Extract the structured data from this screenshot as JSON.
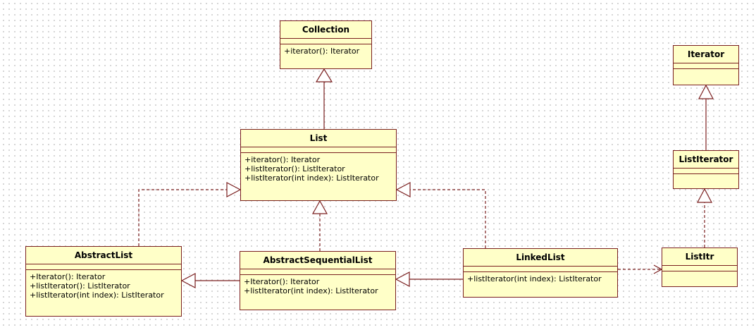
{
  "classes": {
    "collection": {
      "name": "Collection",
      "operations": [
        "+iterator(): Iterator"
      ]
    },
    "list": {
      "name": "List",
      "operations": [
        "+iterator(): Iterator",
        "+listIterator(): ListIterator",
        "+listIterator(int index): ListIterator"
      ]
    },
    "abstract_list": {
      "name": "AbstractList",
      "operations": [
        "+Iterator(): Iterator",
        "+listIterator(): ListIterator",
        "+listIterator(int index): ListIterator"
      ]
    },
    "abstract_sequential_list": {
      "name": "AbstractSequentialList",
      "operations": [
        "+Iterator(): Iterator",
        "+listIterator(int index): ListIterator"
      ]
    },
    "linked_list": {
      "name": "LinkedList",
      "operations": [
        "+listIterator(int index): ListIterator"
      ]
    },
    "iterator": {
      "name": "Iterator",
      "operations": []
    },
    "list_iterator": {
      "name": "ListIterator",
      "operations": []
    },
    "list_itr": {
      "name": "ListItr",
      "operations": []
    }
  },
  "relationships": [
    {
      "from": "List",
      "to": "Collection",
      "kind": "generalization"
    },
    {
      "from": "AbstractList",
      "to": "List",
      "kind": "realization"
    },
    {
      "from": "AbstractSequentialList",
      "to": "List",
      "kind": "realization"
    },
    {
      "from": "LinkedList",
      "to": "List",
      "kind": "realization"
    },
    {
      "from": "AbstractSequentialList",
      "to": "AbstractList",
      "kind": "generalization"
    },
    {
      "from": "LinkedList",
      "to": "AbstractSequentialList",
      "kind": "generalization"
    },
    {
      "from": "LinkedList",
      "to": "ListItr",
      "kind": "dependency"
    },
    {
      "from": "ListIterator",
      "to": "Iterator",
      "kind": "generalization"
    },
    {
      "from": "ListItr",
      "to": "ListIterator",
      "kind": "realization"
    }
  ]
}
